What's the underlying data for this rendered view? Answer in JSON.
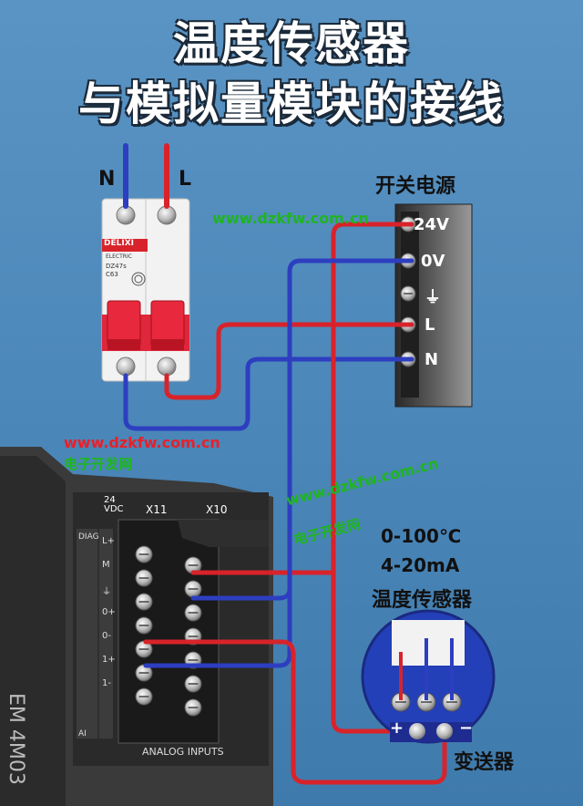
{
  "title": {
    "line1": "温度传感器",
    "line2": "与模拟量模块的接线"
  },
  "power_lines": {
    "n": "N",
    "l": "L"
  },
  "breaker": {
    "brand": "DELIXI",
    "sub": "ELECTRIC",
    "model": "DZ47s",
    "rating": "C63"
  },
  "psu": {
    "title": "开关电源",
    "terminals": [
      "24V",
      "0V",
      "⏚",
      "L",
      "N"
    ]
  },
  "watermark": {
    "url": "www.dzkfw.com.cn",
    "cn": "电子开发网"
  },
  "module": {
    "label_24vdc": "24 VDC",
    "x11": "X11",
    "x10": "X10",
    "diag": "DIAG",
    "em": "EM 4M03",
    "analog": "ANALOG INPUTS",
    "ai": "AI",
    "terminal_marks": [
      "L+",
      "M",
      "⏚",
      "0+",
      "0-",
      "1+",
      "1-"
    ]
  },
  "sensor": {
    "spec1": "0-100℃",
    "spec2": "4-20mA",
    "name": "温度传感器",
    "plus": "+",
    "minus": "−",
    "transmitter": "变送器"
  },
  "colors": {
    "red_wire": "#d8232a",
    "blue_wire": "#2d3ec0",
    "bg": "#4a86b8"
  }
}
